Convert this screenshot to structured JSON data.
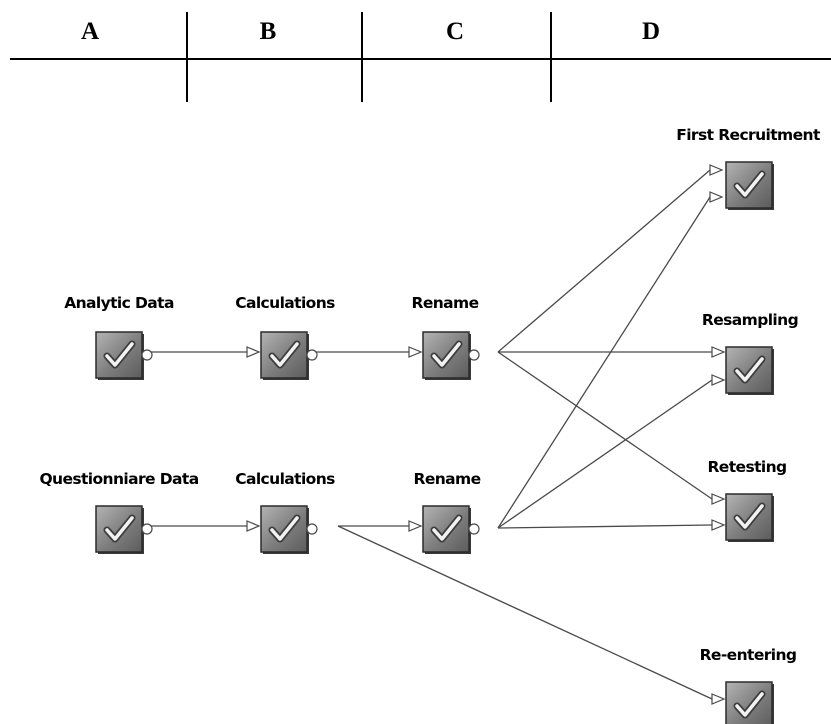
{
  "columns": [
    {
      "id": "a",
      "label": "A"
    },
    {
      "id": "b",
      "label": "B"
    },
    {
      "id": "c",
      "label": "C"
    },
    {
      "id": "d",
      "label": "D"
    }
  ],
  "nodes": {
    "analytic_data": {
      "label": "Analytic Data",
      "icon": "checkmark-icon"
    },
    "calc_1": {
      "label": "Calculations",
      "icon": "checkmark-icon"
    },
    "rename_1": {
      "label": "Rename",
      "icon": "checkmark-icon"
    },
    "questionnaire_data": {
      "label": "Questionniare Data",
      "icon": "checkmark-icon"
    },
    "calc_2": {
      "label": "Calculations",
      "icon": "checkmark-icon"
    },
    "rename_2": {
      "label": "Rename",
      "icon": "checkmark-icon"
    },
    "first_recruitment": {
      "label": "First Recruitment",
      "icon": "checkmark-icon"
    },
    "resampling": {
      "label": "Resampling",
      "icon": "checkmark-icon"
    },
    "retesting": {
      "label": "Retesting",
      "icon": "checkmark-icon"
    },
    "re_entering": {
      "label": "Re-entering",
      "icon": "checkmark-icon"
    }
  },
  "edges": [
    {
      "from": "analytic_data",
      "to": "calc_1"
    },
    {
      "from": "calc_1",
      "to": "rename_1"
    },
    {
      "from": "questionnaire_data",
      "to": "calc_2"
    },
    {
      "from": "calc_2",
      "to": "rename_2"
    },
    {
      "from": "calc_2",
      "to": "re_entering"
    },
    {
      "from": "rename_1",
      "to": "first_recruitment"
    },
    {
      "from": "rename_1",
      "to": "resampling"
    },
    {
      "from": "rename_1",
      "to": "retesting"
    },
    {
      "from": "rename_2",
      "to": "first_recruitment"
    },
    {
      "from": "rename_2",
      "to": "resampling"
    },
    {
      "from": "rename_2",
      "to": "retesting"
    }
  ],
  "colors": {
    "line": "#4a4a4a",
    "node_fill": "#7d7d7d",
    "check": "#f2f2f2"
  }
}
